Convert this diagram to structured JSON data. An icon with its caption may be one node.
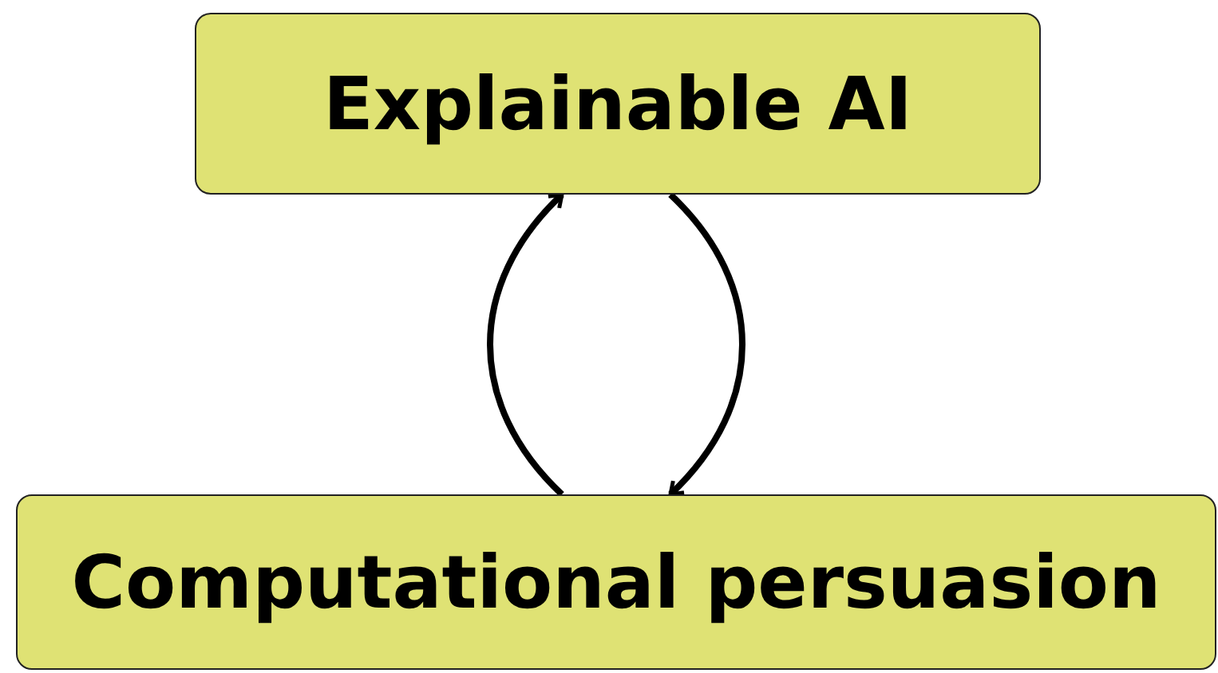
{
  "diagram": {
    "nodes": [
      {
        "text": [
          "Explainable AI"
        ]
      },
      {
        "text": [
          "Computational persuasion"
        ]
      }
    ],
    "edges": [
      {
        "from": 1,
        "to": 0,
        "arrow": "to"
      },
      {
        "from": 0,
        "to": 1,
        "arrow": "to"
      }
    ]
  }
}
